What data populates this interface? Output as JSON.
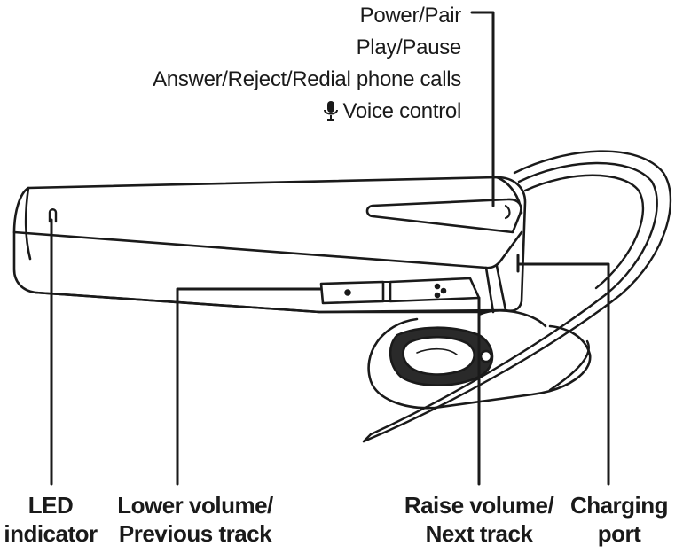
{
  "top_labels": {
    "power_pair": "Power/Pair",
    "play_pause": "Play/Pause",
    "calls": "Answer/Reject/Redial phone calls",
    "voice_control": "Voice control",
    "voice_icon": "microphone-icon"
  },
  "callouts": {
    "led_line1": "LED",
    "led_line2": "indicator",
    "lower_line1": "Lower volume/",
    "lower_line2": "Previous track",
    "raise_line1": "Raise volume/",
    "raise_line2": "Next track",
    "charging_line1": "Charging",
    "charging_line2": "port"
  }
}
